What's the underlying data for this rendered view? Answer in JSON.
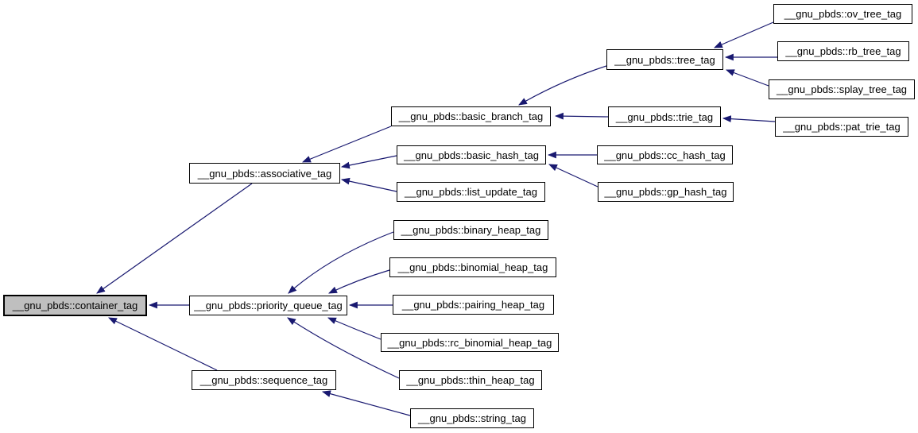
{
  "diagram": {
    "type": "inheritance-graph",
    "root": "__gnu_pbds::container_tag",
    "colors": {
      "arrow": "#191970",
      "node_border": "#000000",
      "node_fill": "#ffffff",
      "highlight_fill": "#bfbfbf",
      "background": "#ffffff",
      "text": "#000000"
    }
  },
  "nodes": [
    {
      "id": "container_tag",
      "label": "__gnu_pbds::container_tag",
      "highlighted": true
    },
    {
      "id": "associative_tag",
      "label": "__gnu_pbds::associative_tag",
      "highlighted": false
    },
    {
      "id": "sequence_tag",
      "label": "__gnu_pbds::sequence_tag",
      "highlighted": false
    },
    {
      "id": "priority_queue_tag",
      "label": "__gnu_pbds::priority_queue_tag",
      "highlighted": false
    },
    {
      "id": "basic_branch_tag",
      "label": "__gnu_pbds::basic_branch_tag",
      "highlighted": false
    },
    {
      "id": "basic_hash_tag",
      "label": "__gnu_pbds::basic_hash_tag",
      "highlighted": false
    },
    {
      "id": "list_update_tag",
      "label": "__gnu_pbds::list_update_tag",
      "highlighted": false
    },
    {
      "id": "tree_tag",
      "label": "__gnu_pbds::tree_tag",
      "highlighted": false
    },
    {
      "id": "trie_tag",
      "label": "__gnu_pbds::trie_tag",
      "highlighted": false
    },
    {
      "id": "ov_tree_tag",
      "label": "__gnu_pbds::ov_tree_tag",
      "highlighted": false
    },
    {
      "id": "rb_tree_tag",
      "label": "__gnu_pbds::rb_tree_tag",
      "highlighted": false
    },
    {
      "id": "splay_tree_tag",
      "label": "__gnu_pbds::splay_tree_tag",
      "highlighted": false
    },
    {
      "id": "pat_trie_tag",
      "label": "__gnu_pbds::pat_trie_tag",
      "highlighted": false
    },
    {
      "id": "cc_hash_tag",
      "label": "__gnu_pbds::cc_hash_tag",
      "highlighted": false
    },
    {
      "id": "gp_hash_tag",
      "label": "__gnu_pbds::gp_hash_tag",
      "highlighted": false
    },
    {
      "id": "binary_heap_tag",
      "label": "__gnu_pbds::binary_heap_tag",
      "highlighted": false
    },
    {
      "id": "binomial_heap_tag",
      "label": "__gnu_pbds::binomial_heap_tag",
      "highlighted": false
    },
    {
      "id": "pairing_heap_tag",
      "label": "__gnu_pbds::pairing_heap_tag",
      "highlighted": false
    },
    {
      "id": "rc_binomial_heap_tag",
      "label": "__gnu_pbds::rc_binomial_heap_tag",
      "highlighted": false
    },
    {
      "id": "thin_heap_tag",
      "label": "__gnu_pbds::thin_heap_tag",
      "highlighted": false
    },
    {
      "id": "string_tag",
      "label": "__gnu_pbds::string_tag",
      "highlighted": false
    }
  ],
  "edges": [
    {
      "from": "associative_tag",
      "to": "container_tag"
    },
    {
      "from": "priority_queue_tag",
      "to": "container_tag"
    },
    {
      "from": "sequence_tag",
      "to": "container_tag"
    },
    {
      "from": "basic_branch_tag",
      "to": "associative_tag"
    },
    {
      "from": "basic_hash_tag",
      "to": "associative_tag"
    },
    {
      "from": "list_update_tag",
      "to": "associative_tag"
    },
    {
      "from": "tree_tag",
      "to": "basic_branch_tag"
    },
    {
      "from": "trie_tag",
      "to": "basic_branch_tag"
    },
    {
      "from": "ov_tree_tag",
      "to": "tree_tag"
    },
    {
      "from": "rb_tree_tag",
      "to": "tree_tag"
    },
    {
      "from": "splay_tree_tag",
      "to": "tree_tag"
    },
    {
      "from": "pat_trie_tag",
      "to": "trie_tag"
    },
    {
      "from": "cc_hash_tag",
      "to": "basic_hash_tag"
    },
    {
      "from": "gp_hash_tag",
      "to": "basic_hash_tag"
    },
    {
      "from": "binary_heap_tag",
      "to": "priority_queue_tag"
    },
    {
      "from": "binomial_heap_tag",
      "to": "priority_queue_tag"
    },
    {
      "from": "pairing_heap_tag",
      "to": "priority_queue_tag"
    },
    {
      "from": "rc_binomial_heap_tag",
      "to": "priority_queue_tag"
    },
    {
      "from": "thin_heap_tag",
      "to": "priority_queue_tag"
    },
    {
      "from": "string_tag",
      "to": "sequence_tag"
    }
  ]
}
